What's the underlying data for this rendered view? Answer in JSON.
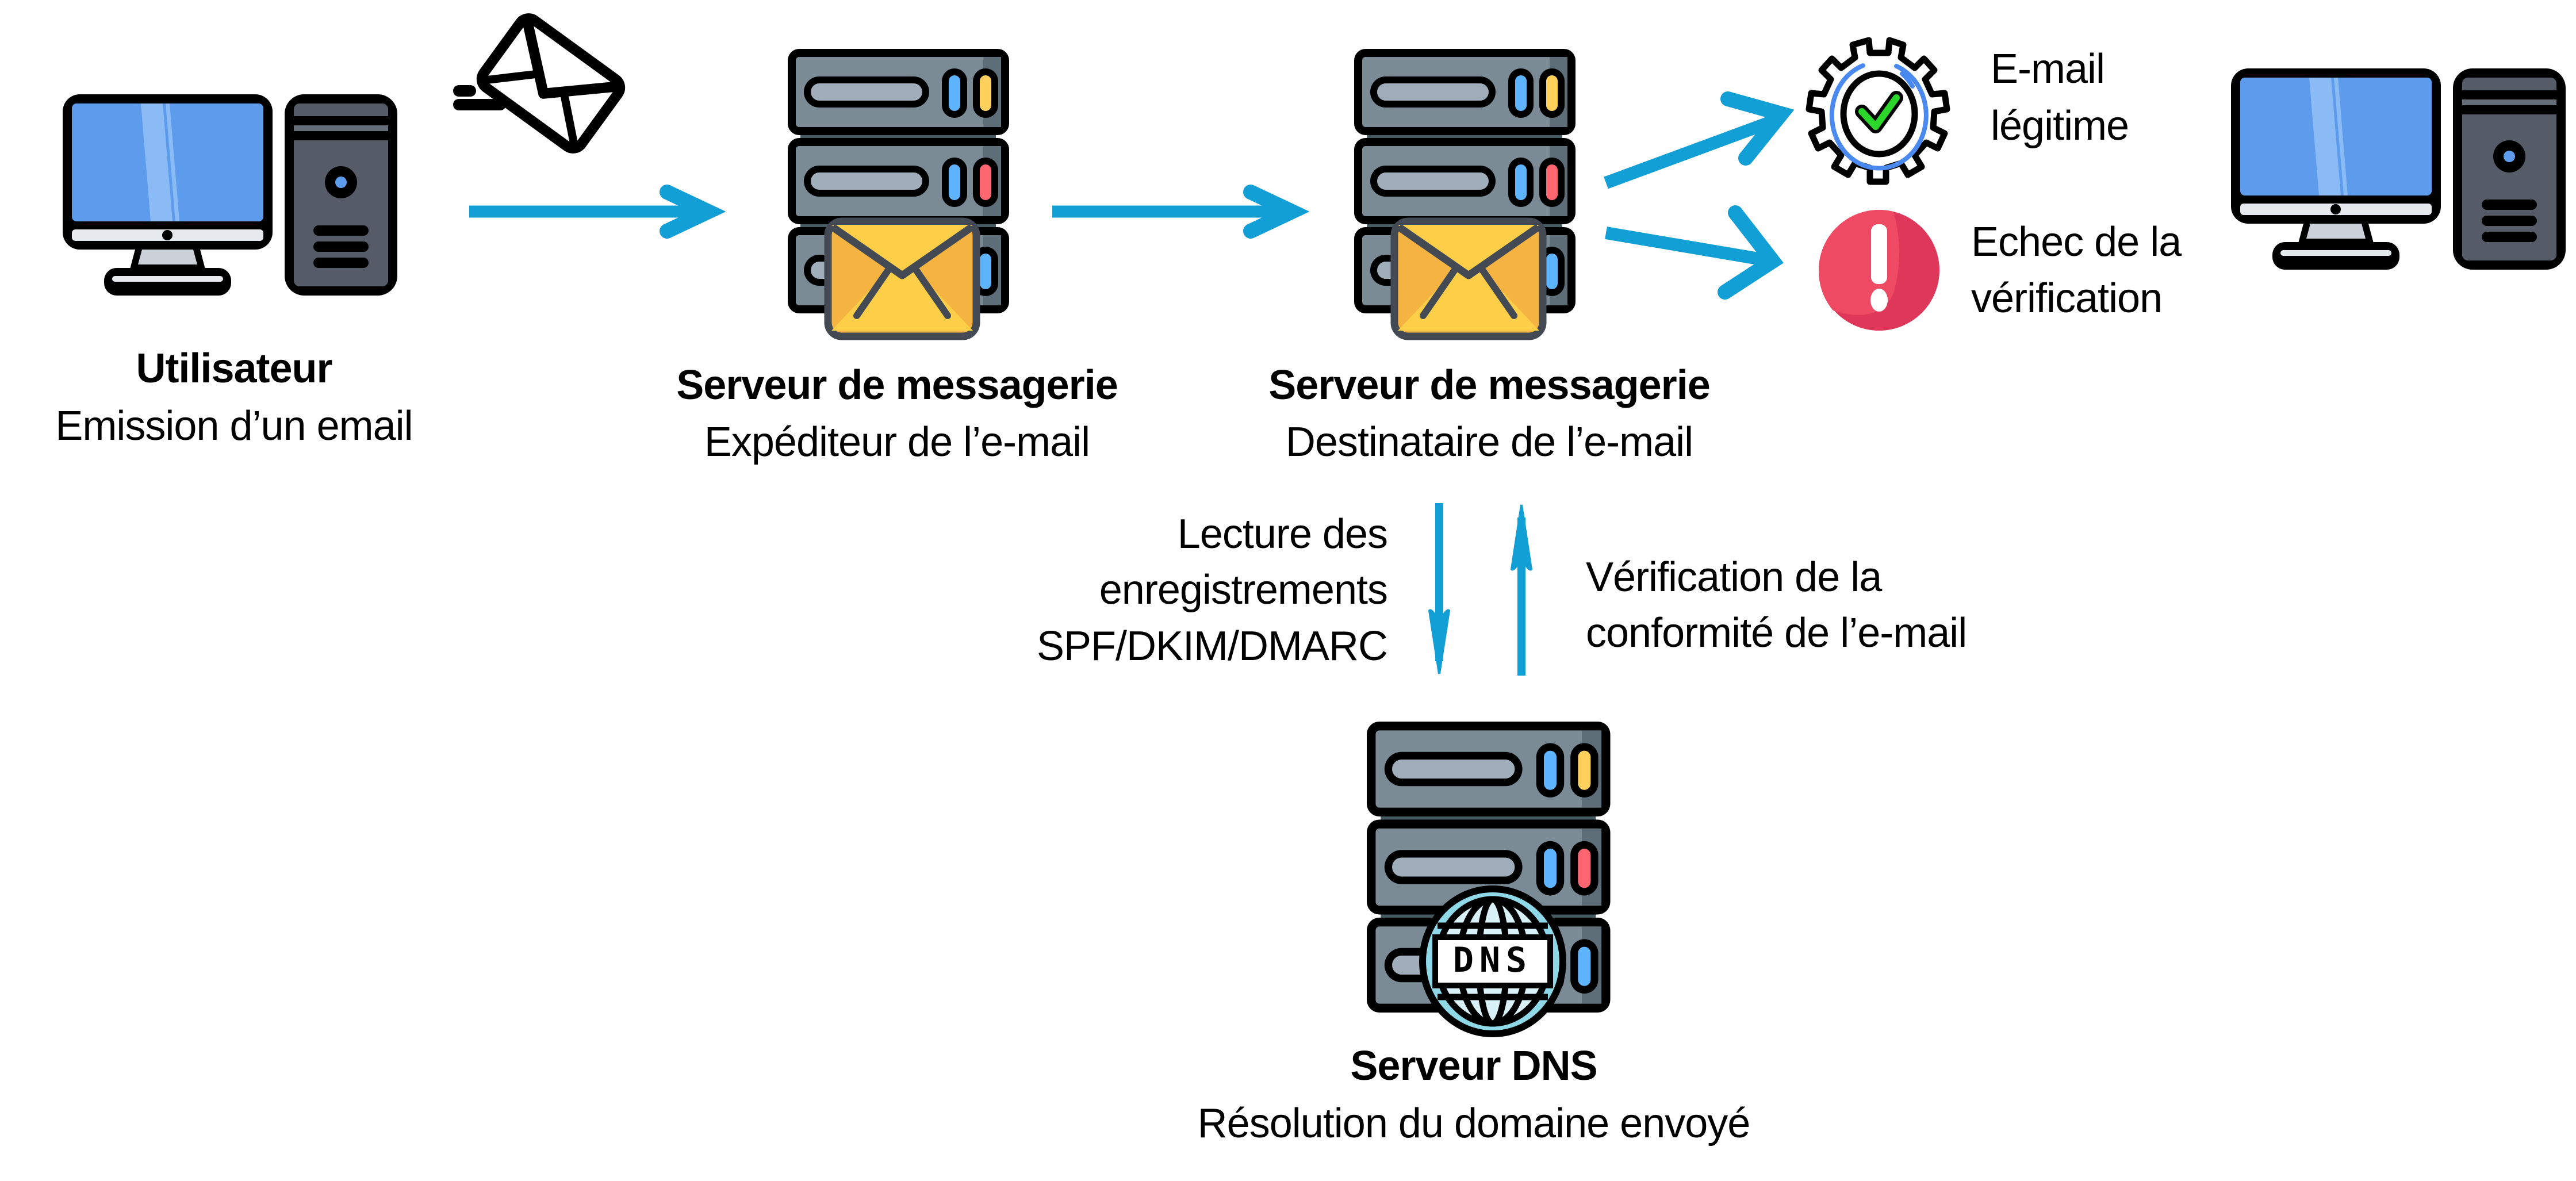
{
  "diagram": {
    "title": "Flux de vérification SPF/DKIM/DMARC d'un e-mail",
    "colors": {
      "arrow": "#129FD6",
      "screen": "#5D9CEC",
      "screen_highlight": "#8ABBF5",
      "tower": "#565C67",
      "server_body": "#7A8B96",
      "server_dark": "#465A62",
      "envelope": "#FDCE48",
      "envelope_side": "#F5B342",
      "led_blue": "#5EB4FF",
      "led_yellow": "#FFD15C",
      "led_red": "#FF6670",
      "check_green": "#2BD72B",
      "gear_ring": "#4A8AF0",
      "alert_red": "#EE4A63",
      "globe": "#8FD8E8"
    },
    "nodes": {
      "user": {
        "icon": "desktop-computer-icon",
        "title": "Utilisateur",
        "subtitle": "Emission d’un email"
      },
      "sending_envelope": {
        "icon": "flying-envelope-icon"
      },
      "sender_server": {
        "icon": "mail-server-icon",
        "title": "Serveur de messagerie",
        "subtitle": "Expéditeur de l’e-mail"
      },
      "recipient_server": {
        "icon": "mail-server-icon",
        "title": "Serveur de messagerie",
        "subtitle": "Destinataire de l’e-mail"
      },
      "legit": {
        "icon": "gear-check-icon",
        "line1": "E-mail",
        "line2": "légitime"
      },
      "failure": {
        "icon": "alert-icon",
        "glyph": "!",
        "line1": "Echec de la",
        "line2": "vérification"
      },
      "recipient_user": {
        "icon": "desktop-computer-icon"
      },
      "dns_server": {
        "icon": "dns-server-icon",
        "badge": "DNS",
        "title": "Serveur DNS",
        "subtitle": "Résolution du domaine envoyé"
      }
    },
    "edges": {
      "read_records": {
        "line1": "Lecture des",
        "line2": "enregistrements",
        "line3": "SPF/DKIM/DMARC"
      },
      "verify": {
        "line1": "Vérification de la",
        "line2": "conformité de l’e-mail"
      }
    }
  }
}
